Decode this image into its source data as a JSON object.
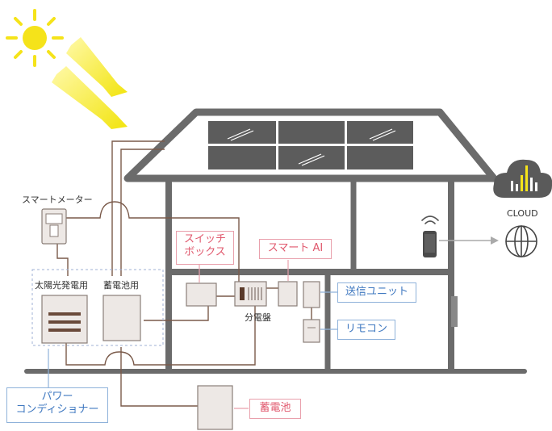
{
  "labels": {
    "smart_meter": "スマートメーター",
    "solar_power": "太陽光発電用",
    "battery_use": "蓄電池用",
    "switch_box_line1": "スイッチ",
    "switch_box_line2": "ボックス",
    "smart_ai": "スマート AI",
    "distribution_board": "分電盤",
    "transmitter_unit": "送信ユニット",
    "remote_control": "リモコン",
    "power_conditioner_line1": "パワー",
    "power_conditioner_line2": "コンディショナー",
    "storage_battery": "蓄電池",
    "cloud": "CLOUD"
  },
  "colors": {
    "house_gray": "#6b6b6b",
    "wire_brown": "#7a5a4a",
    "device_fill": "#ede8e5",
    "device_stroke": "#8a7e78",
    "sun_yellow": "#f5e31a",
    "pink_label": "#e0586d",
    "blue_label": "#3f78c0"
  },
  "icons": [
    "sun-icon",
    "sun-rays-icon",
    "solar-panel-icon",
    "cloud-chart-icon",
    "smartphone-icon",
    "wifi-icon",
    "globe-icon"
  ]
}
